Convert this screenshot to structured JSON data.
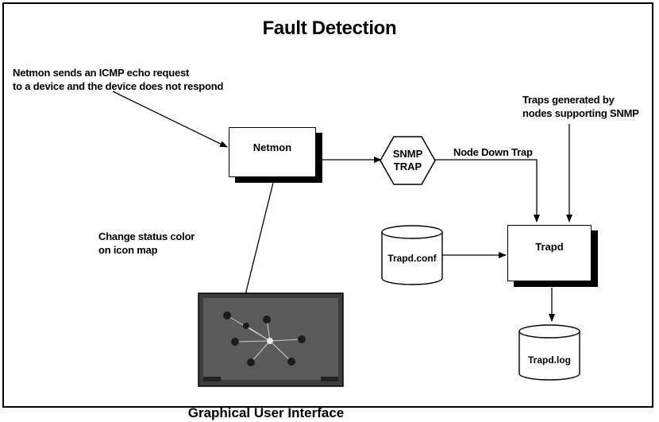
{
  "title": "Fault Detection",
  "notes": {
    "icmp_line1": "Netmon sends an ICMP echo request",
    "icmp_line2": "to a device and the device does not respond",
    "traps_line1": "Traps generated by",
    "traps_line2": "nodes supporting SNMP",
    "status_line1": "Change status color",
    "status_line2": "on icon map",
    "node_down": "Node Down Trap"
  },
  "nodes": {
    "netmon": "Netmon",
    "snmp_line1": "SNMP",
    "snmp_line2": "TRAP",
    "trapd": "Trapd",
    "trapd_conf": "Trapd.conf",
    "trapd_log": "Trapd.log"
  },
  "caption": "Graphical User Interface"
}
